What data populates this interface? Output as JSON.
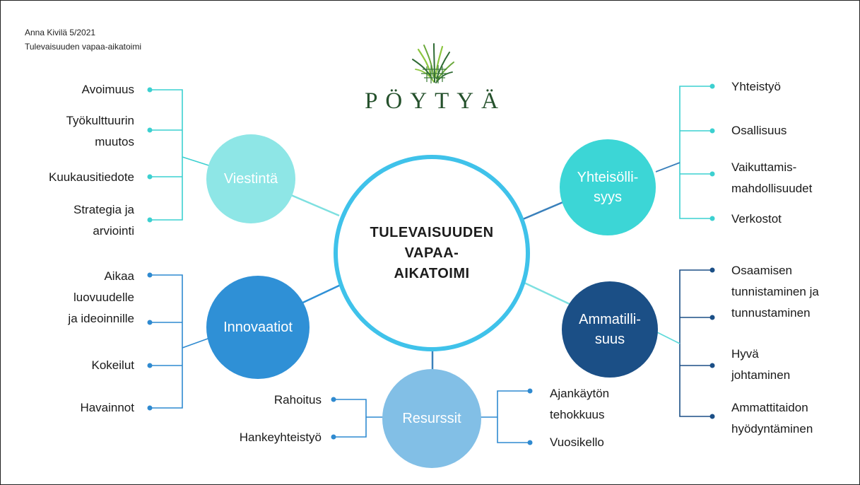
{
  "header": {
    "author_line": "Anna Kivilä 5/2021",
    "subtitle": "Tulevaisuuden vapaa-aikatoimi"
  },
  "logo": {
    "text": "PÖYTYÄ",
    "color": "#2f6b34",
    "accent": "#8cc63f"
  },
  "center": {
    "label": "TULEVAISUUDEN VAPAA-AIKATOIMI",
    "line1": "TULEVAISUUDEN",
    "line2": "VAPAA-",
    "line3": "AIKATOIMI",
    "ring_color": "#3fc2ea"
  },
  "branches": {
    "viestinta": {
      "label": "Viestintä",
      "color": "#8ee6e6",
      "items": [
        "Avoimuus",
        "Työkulttuurin muutos",
        "Kuukausitiedote",
        "Strategia ja arviointi"
      ],
      "lines": {
        "i1a": "Työkulttuurin",
        "i1b": "muutos",
        "i3a": "Strategia ja",
        "i3b": "arviointi"
      }
    },
    "innovaatiot": {
      "label": "Innovaatiot",
      "color": "#2f90d6",
      "items": [
        "Aikaa luovuudelle ja ideoinnille",
        "Kokeilut",
        "Havainnot"
      ],
      "lines": {
        "i0a": "Aikaa",
        "i0b": "luovuudelle",
        "i0c": "ja ideoinnille"
      }
    },
    "resurssit": {
      "label": "Resurssit",
      "color": "#82bfe6",
      "items": [
        "Rahoitus",
        "Hankeyhteistyö",
        "Ajankäytön tehokkuus",
        "Vuosikello"
      ],
      "lines": {
        "i2a": "Ajankäytön",
        "i2b": "tehokkuus"
      }
    },
    "yhteisollisyys": {
      "label": "Yhteisöllisyys",
      "color": "#3cd6d6",
      "label_a": "Yhteisölli-",
      "label_b": "syys",
      "items": [
        "Yhteistyö",
        "Osallisuus",
        "Vaikuttamismahdollisuudet",
        "Verkostot"
      ],
      "lines": {
        "i2a": "Vaikuttamis-",
        "i2b": "mahdollisuudet"
      }
    },
    "ammatillisuus": {
      "label": "Ammatillisuus",
      "color": "#1b4f86",
      "label_a": "Ammatilli-",
      "label_b": "suus",
      "items": [
        "Osaamisen tunnistaminen ja tunnustaminen",
        "Hyvä johtaminen",
        "Ammattitaidon hyödyntäminen"
      ],
      "lines": {
        "i0a": "Osaamisen",
        "i0b": "tunnistaminen ja",
        "i0c": "tunnustaminen",
        "i1a": "Hyvä",
        "i1b": "johtaminen",
        "i2a": "Ammattitaidon",
        "i2b": "hyödyntäminen"
      }
    }
  }
}
